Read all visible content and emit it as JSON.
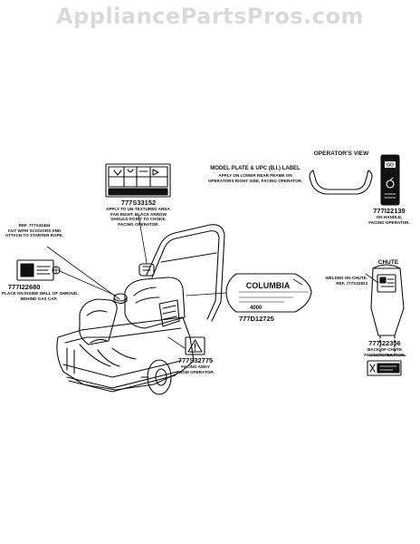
{
  "watermark": "AppliancePartsPros.com",
  "labels": [
    {
      "part_number": "777S33152",
      "note": [
        "APPLY TO UN-TEXTURED AREA.",
        "FAR RIGHT, BLACK ARROW",
        "SHOULD POINT TO CHOKE.",
        "FACING OPERATOR."
      ]
    },
    {
      "part_number": "",
      "title": "MODEL PLATE & UPC (B.I.) LABEL",
      "note": [
        "APPLY ON LOWER REAR FRAME ON",
        "OPERATORS RIGHT SIDE, FACING OPERATOR."
      ]
    },
    {
      "part_number": "777D12725",
      "brand": "COLUMBIA",
      "model": "4000",
      "note": []
    },
    {
      "part_number": "777I22139",
      "title": "OPERATOR'S VIEW",
      "note": [
        "ON HANDLE,",
        "FACING OPERATOR."
      ]
    },
    {
      "part_number": "777I22680",
      "note": [
        "PLACE ON INSIDE WALL OF SHROUD,",
        "BEHIND GAS CAP."
      ]
    },
    {
      "part_number": "",
      "ref": "REF. 777X43494",
      "note": [
        "CUT WITH SCISSORS AND",
        "ATTACH TO STARTER ROPE."
      ]
    },
    {
      "part_number": "777S32775",
      "note": [
        "FACING AWAY",
        "FROM OPERATOR."
      ]
    },
    {
      "part_number": "777I22356",
      "title": "CHUTE",
      "ref": "REF. 777S32823",
      "note": [
        "WELDED ON CHUTE.",
        "BACK OF CHUTE",
        "FACING OPERATOR."
      ]
    }
  ],
  "colors": {
    "line": "#111111",
    "watermark": "#d9d9d9"
  }
}
